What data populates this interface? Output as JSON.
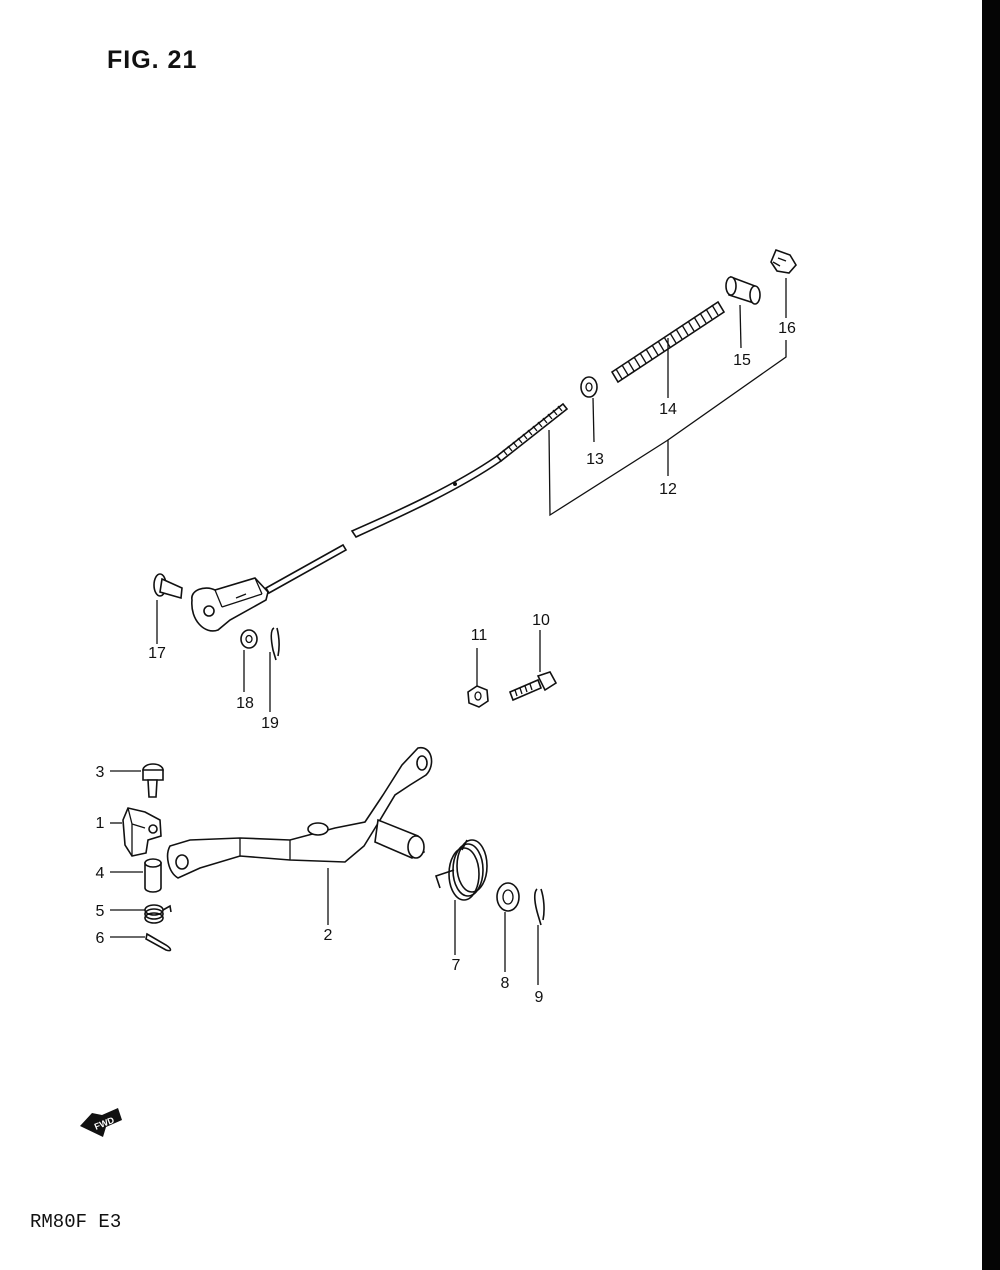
{
  "figure": {
    "title": "FIG. 21"
  },
  "footer": {
    "model": "RM80F E3",
    "fwd_label": "FWD"
  },
  "callouts": [
    "1",
    "2",
    "3",
    "4",
    "5",
    "6",
    "7",
    "8",
    "9",
    "10",
    "11",
    "12",
    "13",
    "14",
    "15",
    "16",
    "17",
    "18",
    "19"
  ]
}
